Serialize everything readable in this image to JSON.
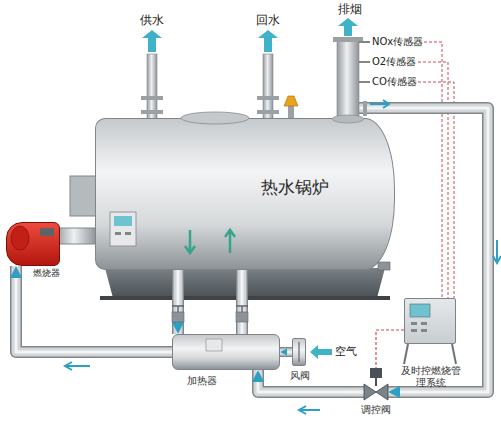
{
  "diagram": {
    "nodes": [
      {
        "text": [
          "热水锅炉"
        ]
      },
      {
        "text": [
          "燃烧器"
        ]
      },
      {
        "text": [
          "加热器"
        ]
      },
      {
        "text": [
          "风阀"
        ]
      },
      {
        "text": [
          "及时控燃烧管理系统"
        ]
      },
      {
        "text": [
          "调控阀"
        ]
      }
    ],
    "edges": [
      {
        "from": 0,
        "to": 2,
        "arrow": "to"
      },
      {
        "from": 2,
        "to": 0,
        "arrow": "to"
      },
      {
        "from": 0,
        "to": 5,
        "arrow": "to"
      },
      {
        "from": 5,
        "to": 2,
        "arrow": "to"
      },
      {
        "from": 2,
        "to": 1,
        "arrow": "to"
      },
      {
        "from": 3,
        "to": 2,
        "arrow": "to"
      },
      {
        "from": 4,
        "to": 5,
        "arrow": "none"
      }
    ],
    "labels": [
      "供水",
      "回水",
      "排烟",
      "NOx传感器",
      "O2传感器",
      "CO传感器",
      "空气"
    ]
  }
}
